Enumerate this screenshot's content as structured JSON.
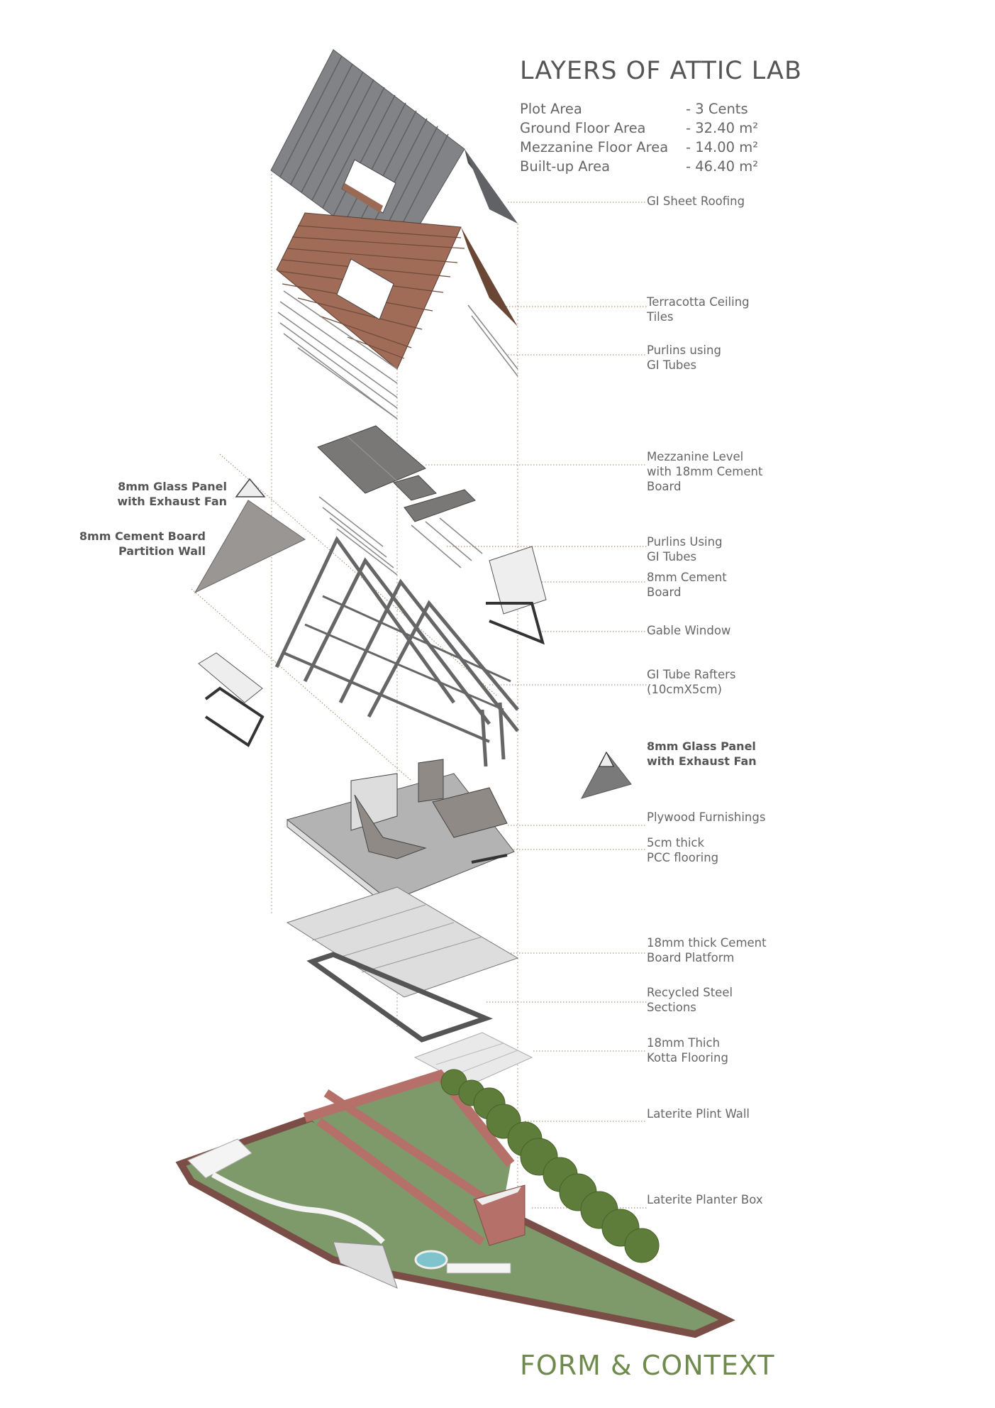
{
  "title": "LAYERS OF ATTIC LAB",
  "stats": [
    {
      "label": "Plot Area",
      "value": "-   3 Cents"
    },
    {
      "label": "Ground Floor Area",
      "value": "-  32.40 m²"
    },
    {
      "label": "Mezzanine Floor Area",
      "value": "-  14.00 m²"
    },
    {
      "label": "Built-up Area",
      "value": "-  46.40 m²"
    }
  ],
  "labels": {
    "gi_sheet_roofing": [
      "GI Sheet Roofing"
    ],
    "terracotta_tiles": [
      "Terracotta Ceiling",
      "Tiles"
    ],
    "purlins_gi_1": [
      "Purlins using",
      "GI Tubes"
    ],
    "mezzanine": [
      "Mezzanine Level",
      "with 18mm Cement",
      "Board"
    ],
    "purlins_gi_2": [
      "Purlins Using",
      "GI Tubes"
    ],
    "cement_board": [
      "8mm Cement",
      "Board"
    ],
    "gable_window": [
      "Gable Window"
    ],
    "rafters": [
      "GI Tube Rafters",
      "(10cmX5cm)"
    ],
    "glass_panel_right": [
      "8mm Glass Panel",
      "with Exhaust Fan"
    ],
    "plywood": [
      "Plywood Furnishings"
    ],
    "pcc": [
      "5cm thick",
      "PCC flooring"
    ],
    "cement_platform": [
      "18mm thick Cement",
      "Board Platform"
    ],
    "steel": [
      "Recycled Steel",
      "Sections"
    ],
    "kotta": [
      "18mm Thich",
      "Kotta Flooring"
    ],
    "plint_wall": [
      "Laterite Plint Wall"
    ],
    "planter": [
      "Laterite Planter Box"
    ],
    "glass_panel_left": [
      "8mm Glass Panel",
      "with Exhaust Fan"
    ],
    "partition": [
      "8mm Cement Board",
      "Partition Wall"
    ]
  },
  "footer": "FORM & CONTEXT",
  "colors": {
    "roof": "#7d7f82",
    "terracotta": "#9a6a55",
    "grass": "#7f9a6a",
    "laterite": "#b5706a",
    "accent_footer": "#6e8a4c",
    "leader": "#a08060"
  }
}
